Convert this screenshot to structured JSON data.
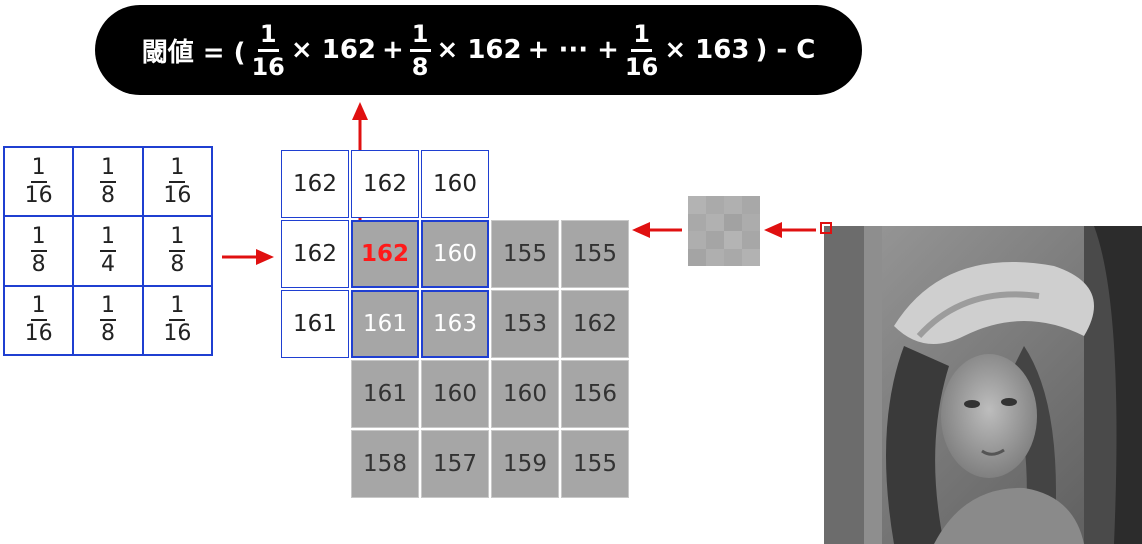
{
  "formula": {
    "prefix": "閾値 = (",
    "terms": [
      {
        "num": "1",
        "den": "16",
        "op": "× 162",
        "sep": "+"
      },
      {
        "num": "1",
        "den": "8",
        "op": "× 162",
        "sep": "+ ··· +"
      },
      {
        "num": "1",
        "den": "16",
        "op": "× 163",
        "sep": ""
      }
    ],
    "suffix": ") - C"
  },
  "kernel": [
    [
      {
        "num": "1",
        "den": "16"
      },
      {
        "num": "1",
        "den": "8"
      },
      {
        "num": "1",
        "den": "16"
      }
    ],
    [
      {
        "num": "1",
        "den": "8"
      },
      {
        "num": "1",
        "den": "4"
      },
      {
        "num": "1",
        "den": "8"
      }
    ],
    [
      {
        "num": "1",
        "den": "16"
      },
      {
        "num": "1",
        "den": "8"
      },
      {
        "num": "1",
        "den": "16"
      }
    ]
  ],
  "pixels": [
    [
      "162",
      "162",
      "160",
      "",
      ""
    ],
    [
      "162",
      "162",
      "160",
      "155",
      "155"
    ],
    [
      "161",
      "161",
      "163",
      "153",
      "162"
    ],
    [
      "",
      "161",
      "160",
      "160",
      "156"
    ],
    [
      "",
      "158",
      "157",
      "159",
      "155"
    ]
  ],
  "colors": {
    "arrow": "#e01010",
    "grid_border": "#1f3fd1",
    "pixel_gray": "#a6a6a6",
    "highlight": "#ff1a1a"
  }
}
